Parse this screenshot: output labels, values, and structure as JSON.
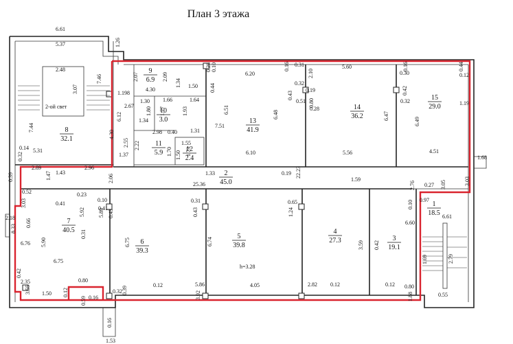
{
  "title": "План 3 этажа",
  "stair_note": "2-ой свет",
  "height_note": "h=3.28",
  "rooms": [
    {
      "number": "1",
      "area": "18.5"
    },
    {
      "number": "2",
      "area": "45.0"
    },
    {
      "number": "3",
      "area": "19.1"
    },
    {
      "number": "4",
      "area": "27.3"
    },
    {
      "number": "5",
      "area": "39.8"
    },
    {
      "number": "6",
      "area": "39.3"
    },
    {
      "number": "7",
      "area": "40.5"
    },
    {
      "number": "8",
      "area": "32.1"
    },
    {
      "number": "9",
      "area": "6.9"
    },
    {
      "number": "10",
      "area": "3.0"
    },
    {
      "number": "11",
      "area": "5.9"
    },
    {
      "number": "12",
      "area": "2.4"
    },
    {
      "number": "13",
      "area": "41.9"
    },
    {
      "number": "14",
      "area": "36.2"
    },
    {
      "number": "15",
      "area": "29.0"
    }
  ],
  "dimensions": [
    "6.61",
    "5.37",
    "2.48",
    "7.46",
    "3.07",
    "1.198",
    "1.26",
    "7.44",
    "5.31",
    "4.30",
    "6.12",
    "2.67",
    "0.14",
    "0.32",
    "2.89",
    "2.96",
    "2.07",
    "2.09",
    "1.34",
    "1.50",
    "0.28",
    "0.10",
    "0.44",
    "4.30",
    "1.30",
    "1.66",
    "1.64",
    "1.80",
    "1.77",
    "1.93",
    "1.34",
    "2.98",
    "0.40",
    "1.31",
    "2.55",
    "2.22",
    "1.37",
    "1.55",
    "1.50",
    "1.70",
    "1.73",
    "6.20",
    "6.51",
    "7.51",
    "6.48",
    "6.10",
    "0.16",
    "0.31",
    "0.32",
    "0.43",
    "0.19",
    "0.51",
    "0.28",
    "2.10",
    "0.80",
    "5.60",
    "6.47",
    "5.56",
    "0.30",
    "0.42",
    "0.32",
    "6.49",
    "4.51",
    "0.16",
    "0.44",
    "0.12",
    "1.19",
    "1.33",
    "0.19",
    "22.23",
    "25.36",
    "1.59",
    "1.47",
    "1.43",
    "2.06",
    "0.39",
    "0.52",
    "3.03",
    "0.23",
    "0.10",
    "0.41",
    "5.89",
    "5.92",
    "0.41",
    "0.31",
    "0.43",
    "0.31",
    "0.43",
    "0.65",
    "1.24",
    "2.18",
    "8.33",
    "0.66",
    "5.90",
    "6.76",
    "6.75",
    "6.75",
    "6.74",
    "3.59",
    "0.42",
    "0.42",
    "2.35",
    "3.55",
    "0.80",
    "1.50",
    "0.12",
    "0.16",
    "0.32",
    "0.39",
    "5.86",
    "3.92",
    "0.12",
    "4.05",
    "2.82",
    "0.12",
    "0.12",
    "0.80",
    "1.88",
    "0.59",
    "0.16",
    "1.53",
    "3.05",
    "3.03",
    "0.27",
    "0.97",
    "0.10",
    "2.76",
    "6.60",
    "6.61",
    "2.79",
    "1.69",
    "0.55",
    "1.68"
  ]
}
